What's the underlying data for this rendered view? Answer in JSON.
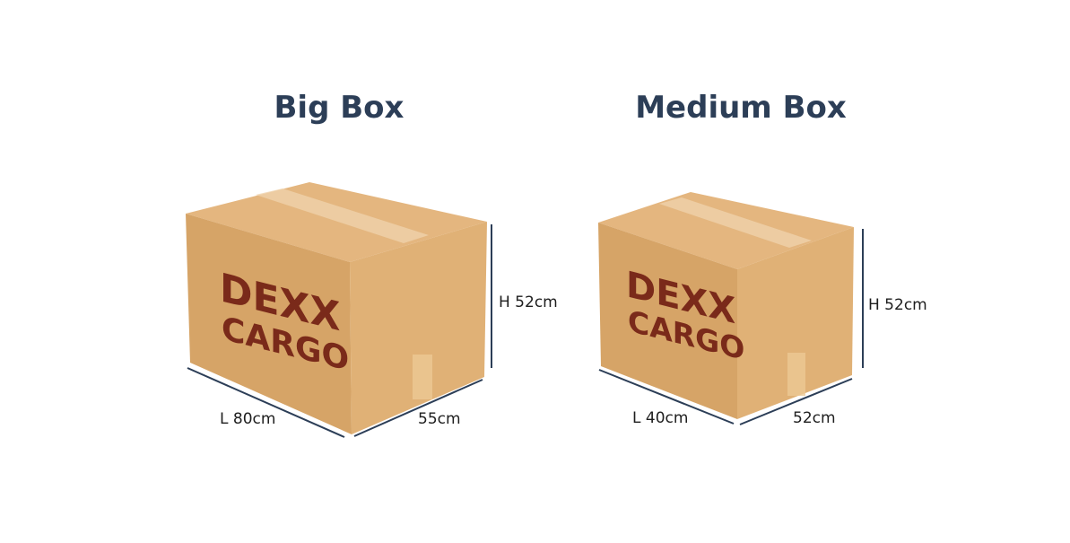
{
  "boxes": [
    {
      "title": "Big Box",
      "brand_line1": "DEXX",
      "brand_line2": "CARGO",
      "length": "L 80cm",
      "width": "55cm",
      "height": "H 52cm"
    },
    {
      "title": "Medium Box",
      "brand_line1": "DEXX",
      "brand_line2": "CARGO",
      "length": "L 40cm",
      "width": "52cm",
      "height": "H 52cm"
    }
  ],
  "colors": {
    "title": "#2c3e57",
    "cardboard_front": "#d9a86c",
    "cardboard_side": "#e2b37a",
    "cardboard_top": "#e6bb85",
    "brand": "#7a2a1a"
  }
}
